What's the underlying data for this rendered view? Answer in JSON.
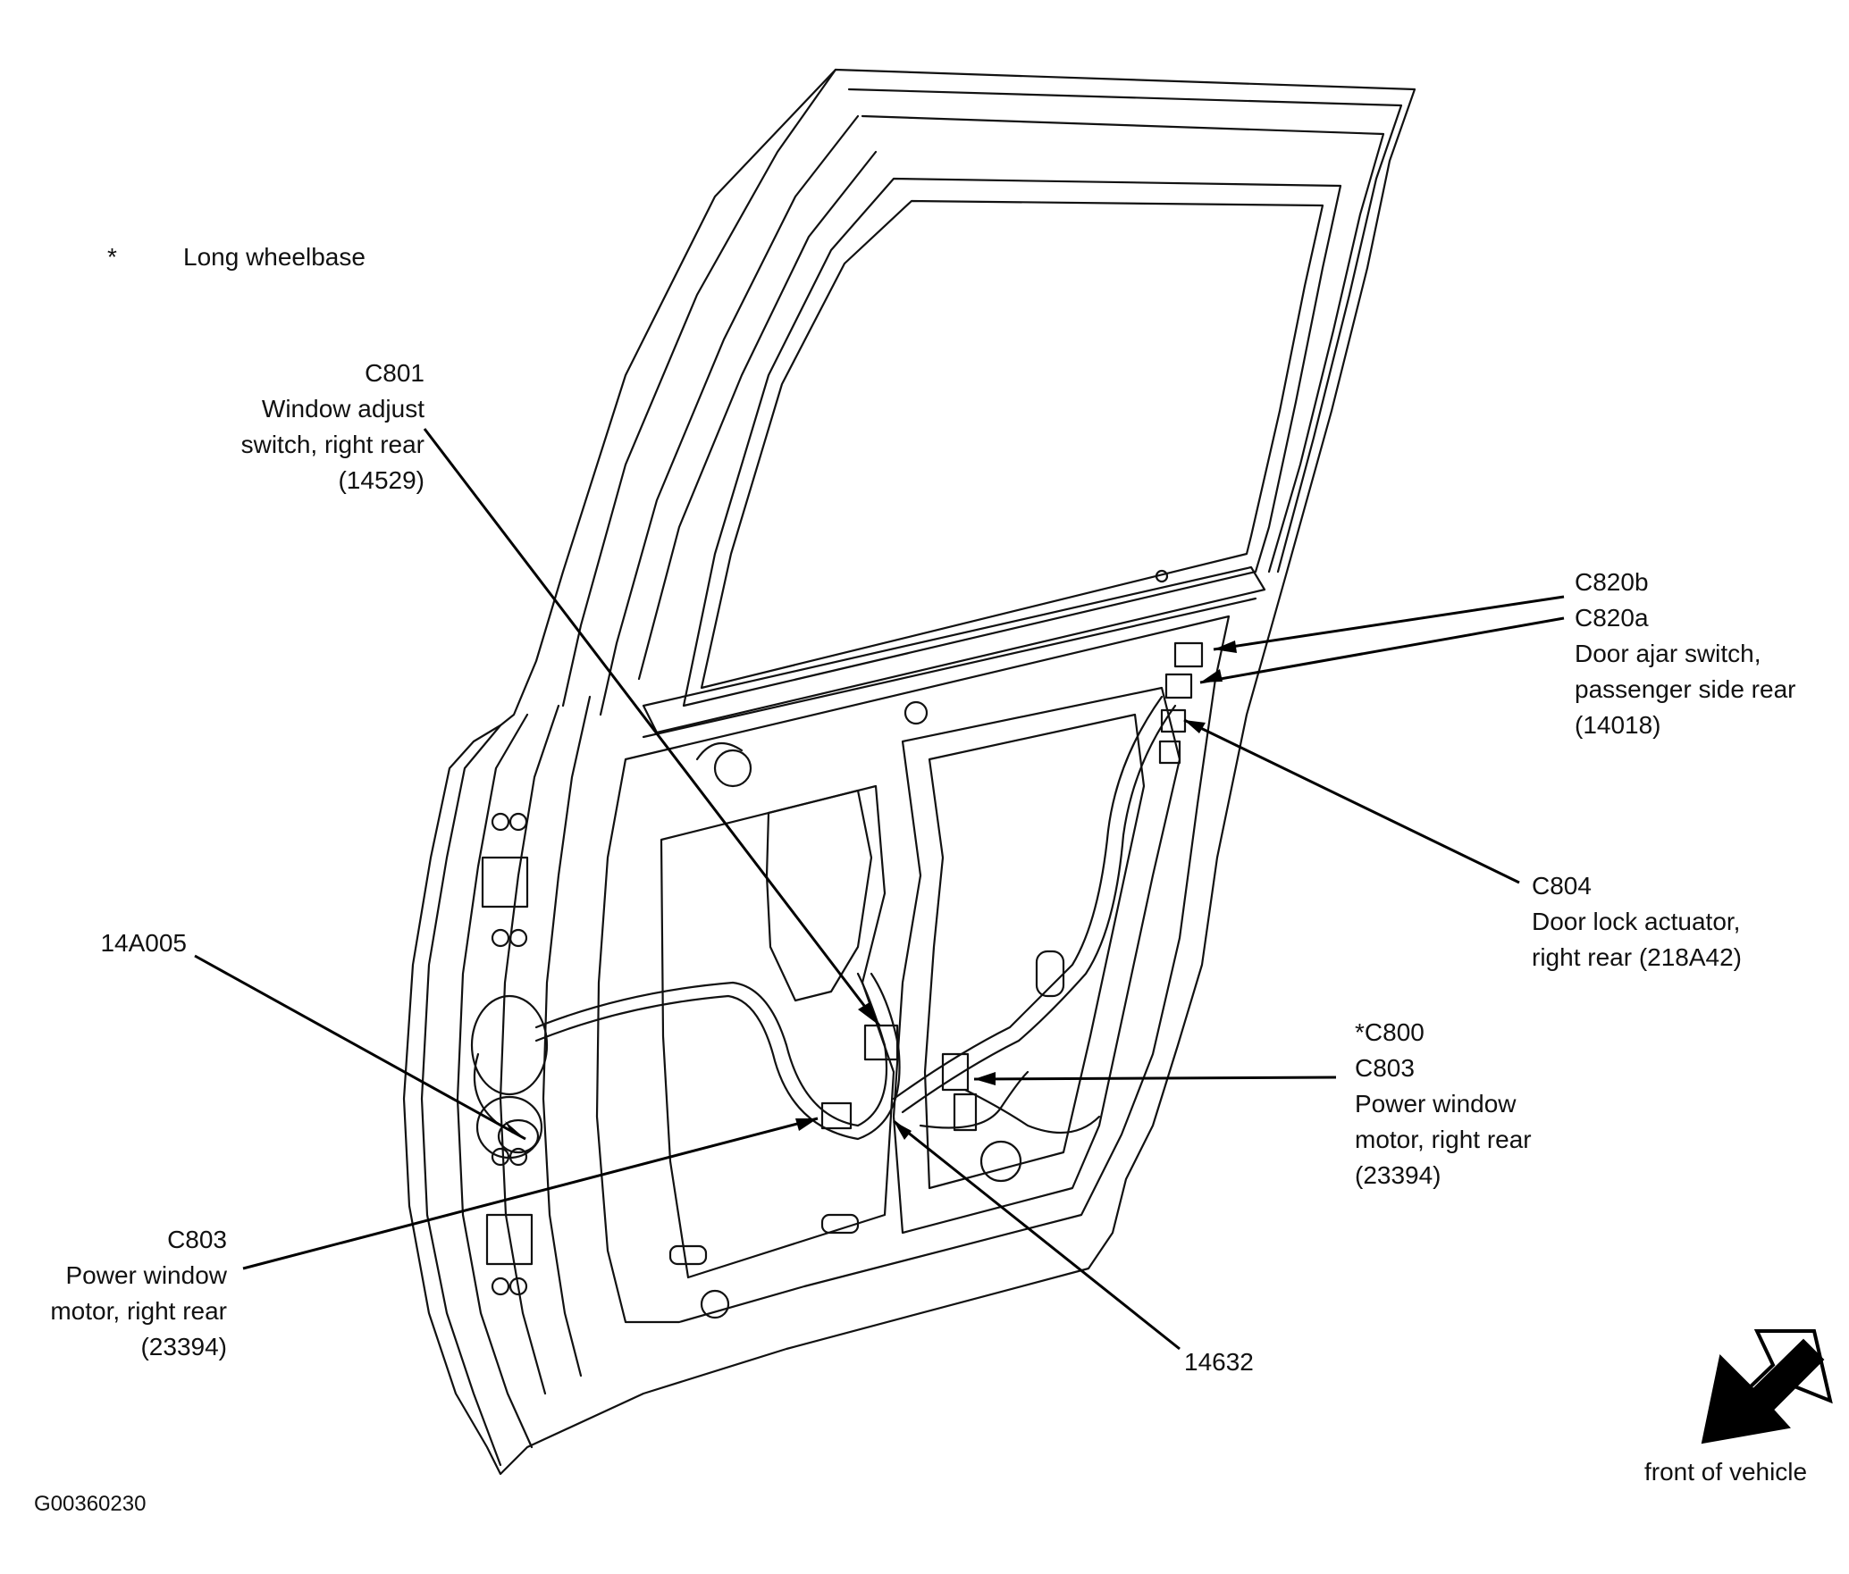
{
  "legend": {
    "symbol": "*",
    "text": "Long wheelbase"
  },
  "callouts": {
    "c801": {
      "lines": [
        "C801",
        "Window adjust",
        "switch, right rear",
        "(14529)"
      ]
    },
    "c820": {
      "lines": [
        "C820b",
        "C820a",
        "Door ajar switch,",
        "passenger side rear",
        "(14018)"
      ]
    },
    "c804": {
      "lines": [
        "C804",
        "Door lock actuator,",
        "right rear (218A42)"
      ]
    },
    "a14a005": {
      "lines": [
        "14A005"
      ]
    },
    "c800": {
      "lines": [
        "*C800",
        "C803",
        "Power window",
        "motor, right rear",
        "(23394)"
      ]
    },
    "c803": {
      "lines": [
        "C803",
        "Power window",
        "motor, right rear",
        "(23394)"
      ]
    },
    "h14632": {
      "lines": [
        "14632"
      ]
    }
  },
  "front_label": "front of vehicle",
  "figure_code": "G00360230"
}
